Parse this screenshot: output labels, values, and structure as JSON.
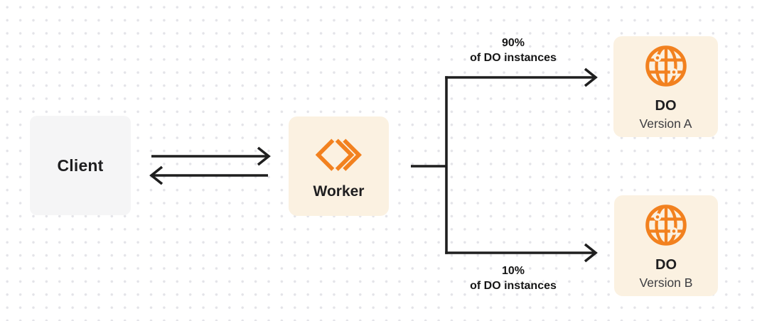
{
  "colors": {
    "accent_orange": "#F2811F",
    "node_cream_bg": "#FBF1E1",
    "node_gray_bg": "#F5F5F6",
    "arrow_dark": "#1E1E1E",
    "text_dark": "#1E1E20",
    "text_secondary": "#3C3C40",
    "dot_grid": "#E3E3E8"
  },
  "icons": {
    "worker": "workers-chevrons-icon",
    "durable_object": "globe-icon"
  },
  "nodes": {
    "client": {
      "label": "Client"
    },
    "worker": {
      "label": "Worker"
    },
    "do_version_a": {
      "title": "DO",
      "subtitle": "Version A"
    },
    "do_version_b": {
      "title": "DO",
      "subtitle": "Version B"
    }
  },
  "edges": {
    "split_to_a": {
      "percent": "90%",
      "caption": "of DO instances"
    },
    "split_to_b": {
      "percent": "10%",
      "caption": "of DO instances"
    }
  }
}
